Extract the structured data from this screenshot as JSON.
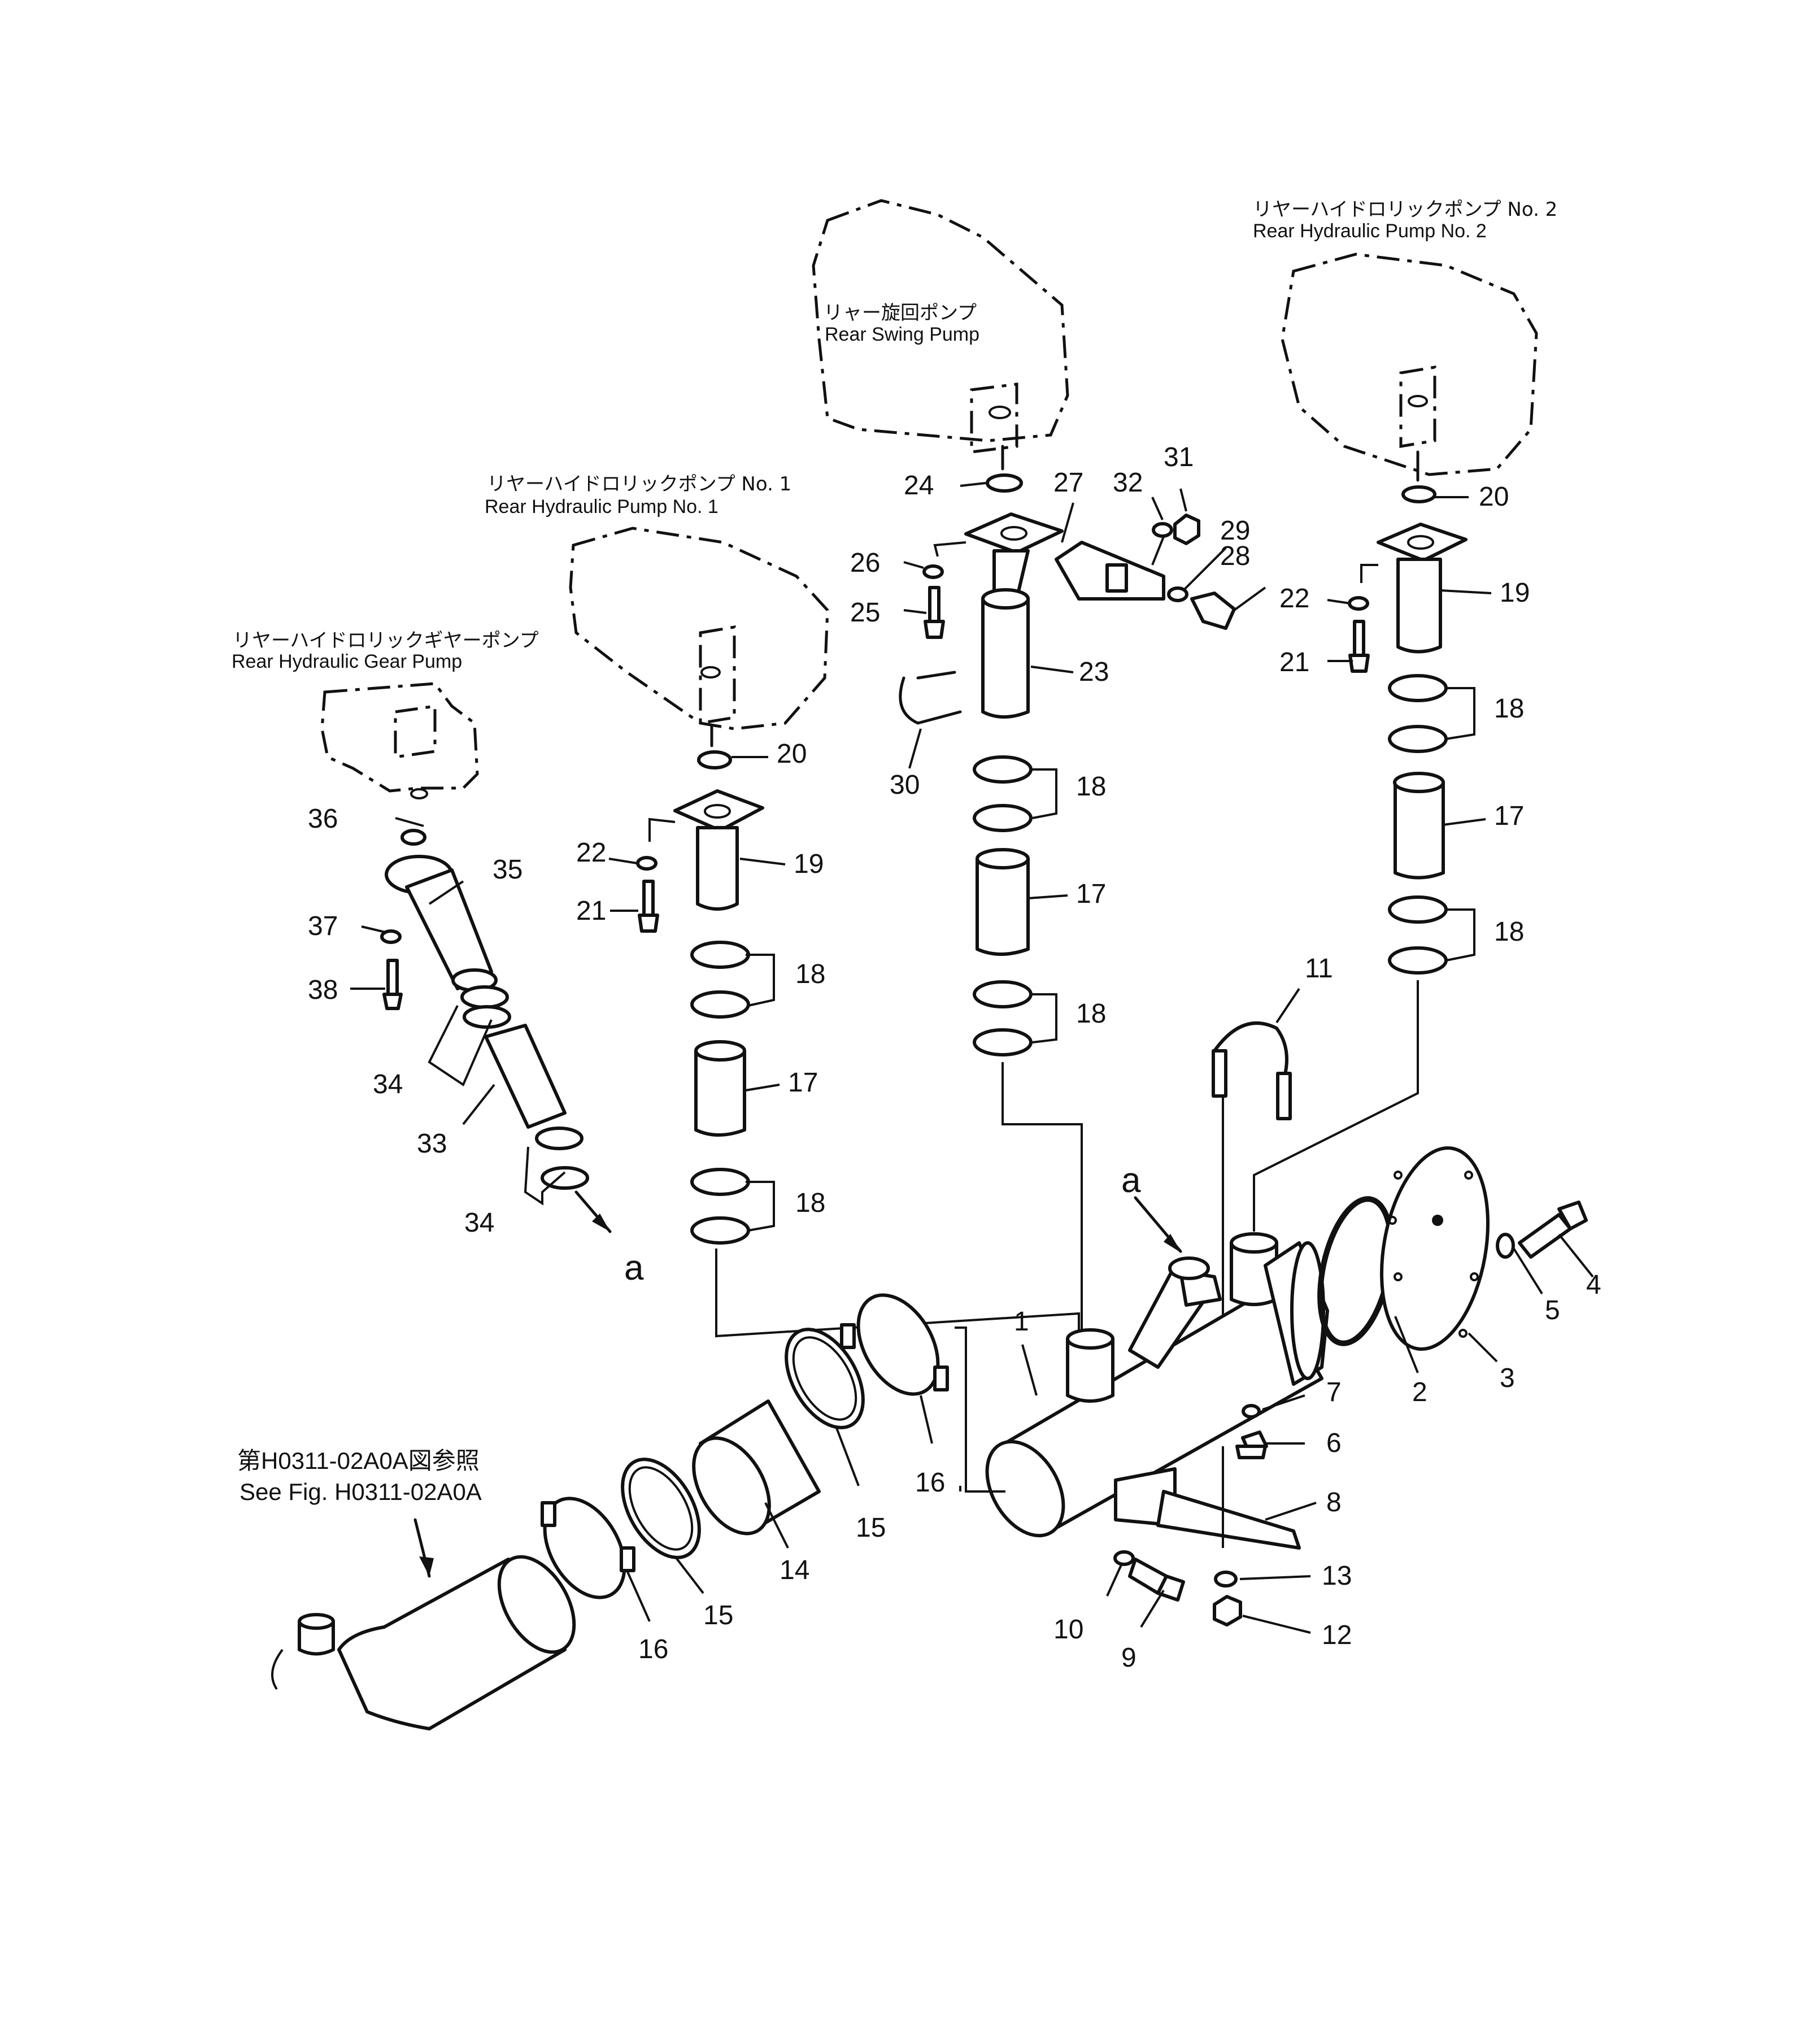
{
  "pumps": {
    "gear_pump": {
      "jp": "リヤーハイドロリックギヤーポンプ",
      "en": "Rear  Hydraulic  Gear  Pump"
    },
    "pump_no1": {
      "jp": "リヤーハイドロリックポンプ  No. 1",
      "en": "Rear  Hydraulic  Pump  No. 1"
    },
    "swing_pump": {
      "jp": "リャー旋回ポンプ",
      "en": "Rear  Swing  Pump"
    },
    "pump_no2": {
      "jp": "リヤーハイドロリックポンプ  No. 2",
      "en": "Rear  Hydraulic  Pump  No. 2"
    }
  },
  "reference": {
    "jp": "第H0311-02A0A図参照",
    "en": "See  Fig.  H0311-02A0A"
  },
  "connection_letter": "a",
  "callouts": {
    "p1": "1",
    "p2": "2",
    "p3": "3",
    "p4": "4",
    "p5": "5",
    "p6": "6",
    "p7": "7",
    "p8": "8",
    "p9": "9",
    "p10": "10",
    "p11": "11",
    "p12": "12",
    "p13": "13",
    "p14": "14",
    "p15a": "15",
    "p15b": "15",
    "p16a": "16",
    "p16b": "16",
    "p17a": "17",
    "p17b": "17",
    "p17c": "17",
    "p18a": "18",
    "p18b": "18",
    "p18c": "18",
    "p18d": "18",
    "p18e": "18",
    "p18f": "18",
    "p19a": "19",
    "p19b": "19",
    "p20a": "20",
    "p20b": "20",
    "p21a": "21",
    "p21b": "21",
    "p22a": "22",
    "p22b": "22",
    "p23": "23",
    "p24": "24",
    "p25": "25",
    "p26": "26",
    "p27": "27",
    "p28": "28",
    "p29": "29",
    "p30": "30",
    "p31": "31",
    "p32": "32",
    "p33": "33",
    "p34a": "34",
    "p34b": "34",
    "p35": "35",
    "p36": "36",
    "p37": "37",
    "p38": "38"
  }
}
